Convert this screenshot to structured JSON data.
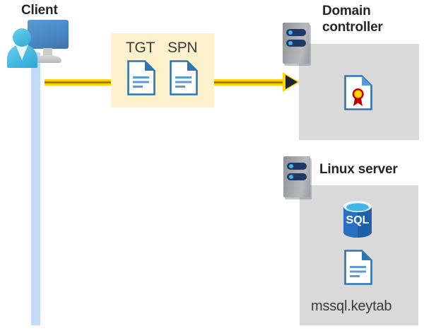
{
  "diagram": {
    "title": "Kerberos authentication flow: client, domain controller and Linux server",
    "background_color": "#ffffff"
  },
  "client": {
    "label": "Client",
    "icon": "client-computer-user-icon",
    "lifeline_color": "#c2dbfa",
    "monitor_color": "#4a86c5",
    "person_color": "#45b8e0"
  },
  "flow": {
    "arrow_label": "",
    "arrow_color": "#ffd400",
    "arrow_head_color": "#1b2436",
    "direction": "left-to-right",
    "band": {
      "background_color": "#fdf2cc",
      "items": [
        {
          "caption": "TGT",
          "icon": "document-icon"
        },
        {
          "caption": "SPN",
          "icon": "document-icon"
        }
      ]
    }
  },
  "nodes": [
    {
      "id": "domain-controller",
      "label": "Domain\ncontroller",
      "server_icon": "server-rack-icon",
      "zone_color": "#d9d9d9",
      "contents": [
        {
          "icon": "certificate-document-icon",
          "caption": ""
        }
      ]
    },
    {
      "id": "linux-server",
      "label": "Linux server",
      "server_icon": "server-rack-icon",
      "zone_color": "#d9d9d9",
      "contents": [
        {
          "icon": "sql-database-icon",
          "caption": "SQL"
        },
        {
          "icon": "document-icon",
          "caption": "mssql.keytab"
        }
      ]
    }
  ],
  "labels": {
    "client": "Client",
    "domain_controller": "Domain\ncontroller",
    "linux_server": "Linux server",
    "tgt": "TGT",
    "spn": "SPN",
    "sql": "SQL",
    "keytab_file": "mssql.keytab"
  }
}
